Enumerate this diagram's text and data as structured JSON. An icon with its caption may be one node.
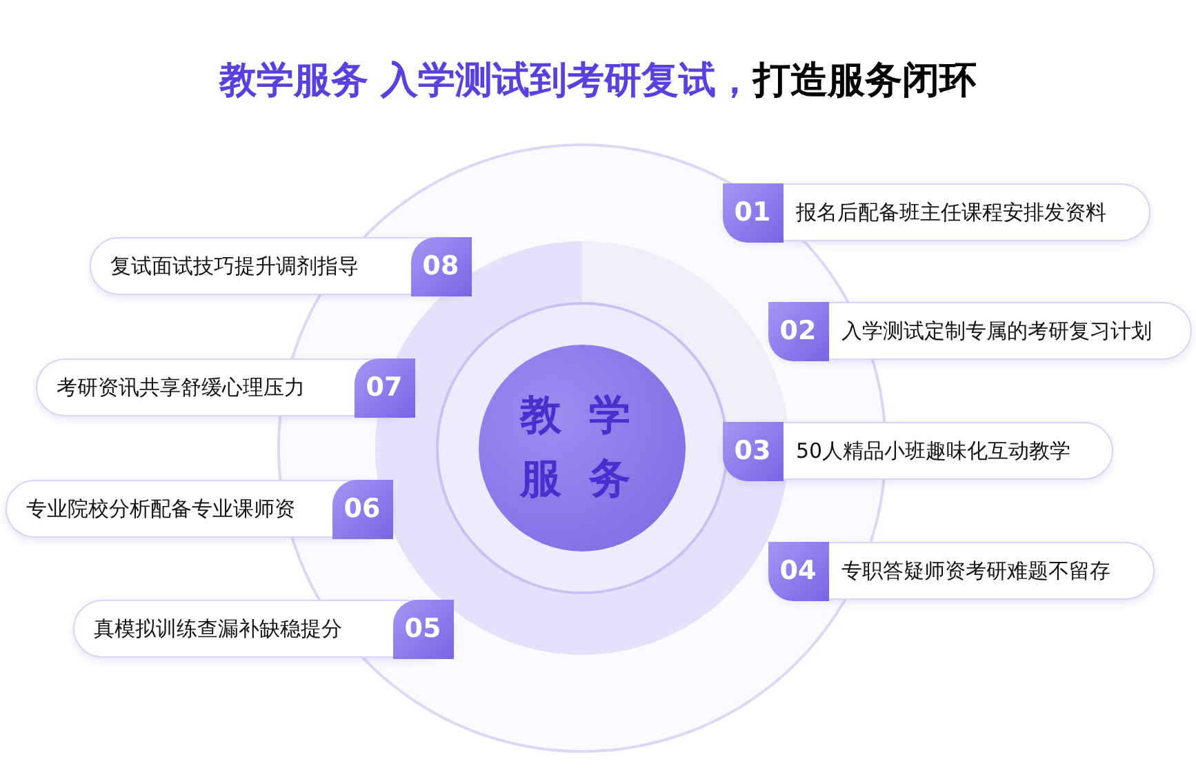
{
  "diagram": {
    "title": "教学服务 入学测试到考研复试，**打造服务闭环**",
    "nodes": [
      {
        "text": [
          "教学服务"
        ]
      },
      {
        "text": [
          "01",
          "报名后配备班主任课程安排发资料"
        ]
      },
      {
        "text": [
          "02",
          "入学测试定制专属的考研复习计划"
        ]
      },
      {
        "text": [
          "03",
          "50人精品小班趣味化互动教学"
        ]
      },
      {
        "text": [
          "04",
          "专职答疑师资考研难题不留存"
        ]
      },
      {
        "text": [
          "真模拟训练查漏补缺稳提分",
          "05"
        ]
      },
      {
        "text": [
          "专业院校分析配备专业课师资",
          "06"
        ]
      },
      {
        "text": [
          "考研资讯共享舒缓心理压力",
          "07"
        ]
      },
      {
        "text": [
          "复试面试技巧提升调剂指导",
          "08"
        ]
      }
    ]
  }
}
